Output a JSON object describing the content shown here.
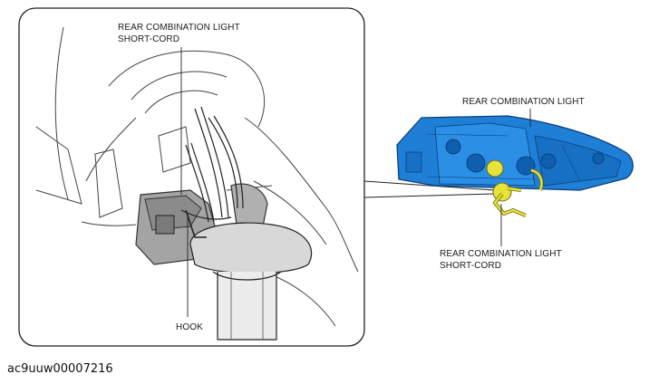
{
  "labels": {
    "short_cord_top": [
      "REAR COMBINATION LIGHT",
      "SHORT-CORD"
    ],
    "hook": "HOOK",
    "rear_light": "REAR COMBINATION LIGHT",
    "short_cord_right": [
      "REAR COMBINATION LIGHT",
      "SHORT-CORD"
    ]
  },
  "document_id": "ac9uuw00007216",
  "colors": {
    "lamp_blue": "#1f7fd6",
    "cord_yellow": "#e8e23a",
    "connector_gray": "#9a9a9a"
  }
}
